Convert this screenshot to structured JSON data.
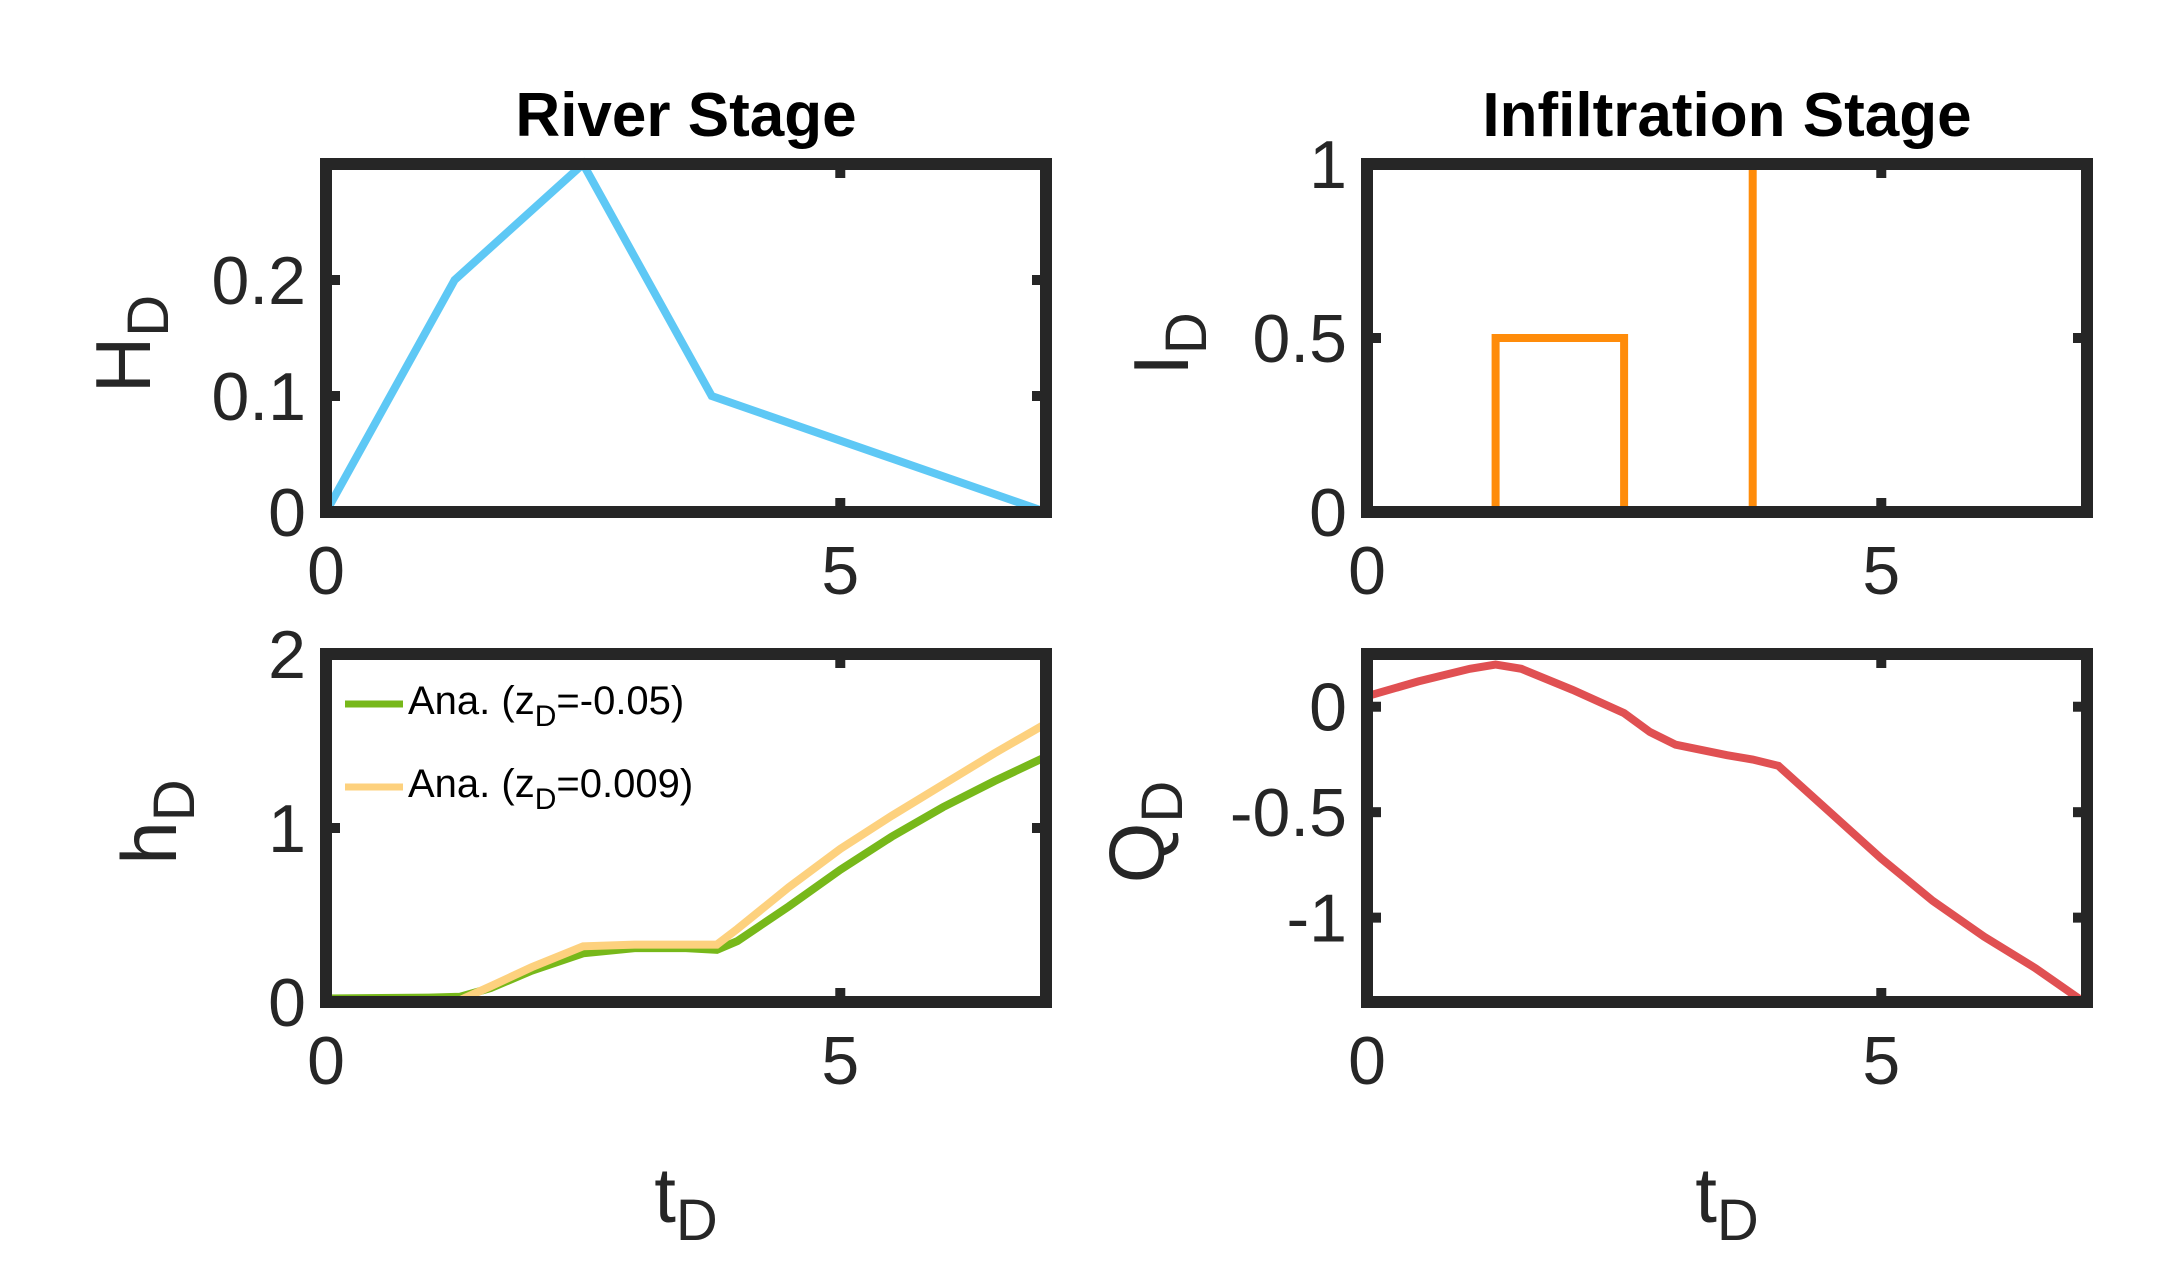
{
  "chart_data": [
    {
      "id": "tl",
      "type": "line",
      "title": "River Stage",
      "ylabel": {
        "main": "H",
        "sub": "D"
      },
      "xlabel": null,
      "xlim": [
        0,
        7
      ],
      "ylim": [
        0,
        0.3
      ],
      "xticks": [
        {
          "v": 0,
          "label": "0"
        },
        {
          "v": 5,
          "label": "5"
        }
      ],
      "yticks": [
        {
          "v": 0,
          "label": "0"
        },
        {
          "v": 0.1,
          "label": "0.1"
        },
        {
          "v": 0.2,
          "label": "0.2"
        }
      ],
      "series": [
        {
          "color": "#5ec8f5",
          "x": [
            0,
            1.25,
            2.5,
            3.75,
            7
          ],
          "y": [
            0,
            0.2,
            0.3,
            0.1,
            0
          ]
        }
      ]
    },
    {
      "id": "tr",
      "type": "line",
      "title": "Infiltration Stage",
      "ylabel": {
        "main": "I",
        "sub": "D"
      },
      "xlabel": null,
      "xlim": [
        0,
        7
      ],
      "ylim": [
        0,
        1
      ],
      "xticks": [
        {
          "v": 0,
          "label": "0"
        },
        {
          "v": 5,
          "label": "5"
        }
      ],
      "yticks": [
        {
          "v": 0,
          "label": "0"
        },
        {
          "v": 0.5,
          "label": "0.5"
        },
        {
          "v": 1,
          "label": "1"
        }
      ],
      "series": [
        {
          "color": "#ff8c0a",
          "x": [
            0,
            1.25,
            1.25,
            2.5,
            2.5,
            3.75,
            3.75,
            7,
            7
          ],
          "y": [
            0,
            0,
            0.5,
            0.5,
            0,
            0,
            1,
            1,
            0
          ]
        }
      ]
    },
    {
      "id": "bl",
      "type": "line",
      "title": null,
      "ylabel": {
        "main": "h",
        "sub": "D"
      },
      "xlabel": {
        "main": "t",
        "sub": "D"
      },
      "xlim": [
        0,
        7
      ],
      "ylim": [
        0,
        2
      ],
      "xticks": [
        {
          "v": 0,
          "label": "0"
        },
        {
          "v": 5,
          "label": "5"
        }
      ],
      "yticks": [
        {
          "v": 0,
          "label": "0"
        },
        {
          "v": 1,
          "label": "1"
        },
        {
          "v": 2,
          "label": "2"
        }
      ],
      "legend": "top-left",
      "series": [
        {
          "name": "Ana. (z",
          "name_sub": "D",
          "name_tail": "=-0.05)",
          "color": "#77b81a",
          "x": [
            0,
            1.0,
            1.3,
            1.6,
            2.0,
            2.5,
            3.0,
            3.5,
            3.8,
            4.0,
            4.5,
            5.0,
            5.5,
            6.0,
            6.5,
            7.0
          ],
          "y": [
            0.02,
            0.025,
            0.03,
            0.08,
            0.18,
            0.28,
            0.31,
            0.31,
            0.3,
            0.35,
            0.55,
            0.76,
            0.95,
            1.12,
            1.27,
            1.41
          ]
        },
        {
          "name": "Ana. (z",
          "name_sub": "D",
          "name_tail": "=0.009)",
          "color": "#fdd17e",
          "x": [
            0,
            1.0,
            1.3,
            1.6,
            2.0,
            2.5,
            3.0,
            3.5,
            3.8,
            4.0,
            4.5,
            5.0,
            5.5,
            6.0,
            6.5,
            7.0
          ],
          "y": [
            0,
            0.005,
            0.01,
            0.09,
            0.2,
            0.32,
            0.33,
            0.33,
            0.33,
            0.42,
            0.66,
            0.88,
            1.07,
            1.25,
            1.43,
            1.6
          ]
        }
      ]
    },
    {
      "id": "br",
      "type": "line",
      "title": null,
      "ylabel": {
        "main": "Q",
        "sub": "D"
      },
      "xlabel": {
        "main": "t",
        "sub": "D"
      },
      "xlim": [
        0,
        7
      ],
      "ylim": [
        -1.4,
        0.25
      ],
      "xticks": [
        {
          "v": 0,
          "label": "0"
        },
        {
          "v": 5,
          "label": "5"
        }
      ],
      "yticks": [
        {
          "v": -1,
          "label": "-1"
        },
        {
          "v": -0.5,
          "label": "-0.5"
        },
        {
          "v": 0,
          "label": "0"
        }
      ],
      "series": [
        {
          "color": "#e05052",
          "x": [
            0,
            0.5,
            1.0,
            1.25,
            1.5,
            2.0,
            2.5,
            2.75,
            3.0,
            3.5,
            3.75,
            4.0,
            4.5,
            5.0,
            5.5,
            6.0,
            6.5,
            7.0
          ],
          "y": [
            0.05,
            0.12,
            0.18,
            0.2,
            0.18,
            0.08,
            -0.03,
            -0.12,
            -0.18,
            -0.23,
            -0.25,
            -0.28,
            -0.5,
            -0.72,
            -0.92,
            -1.09,
            -1.24,
            -1.41
          ]
        }
      ]
    }
  ]
}
